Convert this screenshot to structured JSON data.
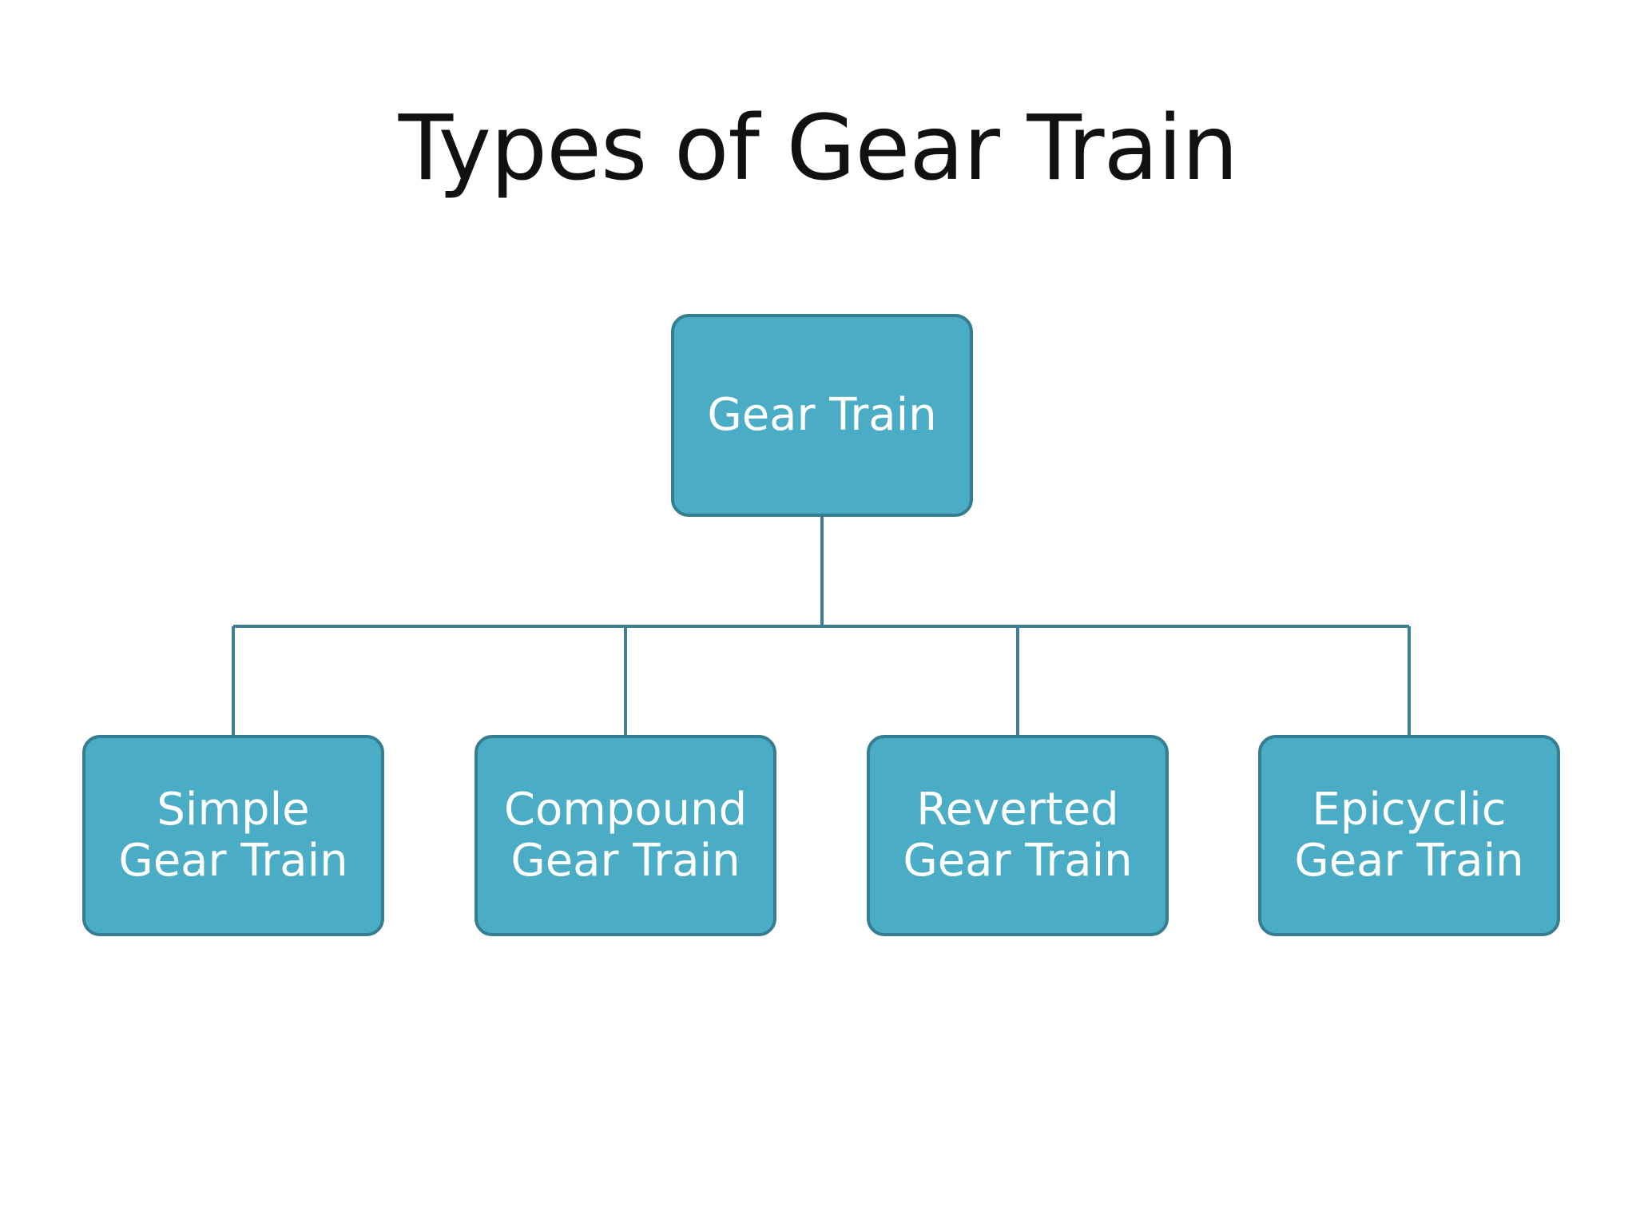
{
  "title": "Types of Gear Train",
  "root": {
    "label": "Gear Train"
  },
  "children": [
    {
      "line1": "Simple",
      "line2": "Gear Train"
    },
    {
      "line1": "Compound",
      "line2": "Gear Train"
    },
    {
      "line1": "Reverted",
      "line2": "Gear Train"
    },
    {
      "line1": "Epicyclic",
      "line2": "Gear Train"
    }
  ],
  "colors": {
    "node_fill": "#4bacc6",
    "node_border": "#357d91",
    "connector": "#3f7f93",
    "text": "#ffffff"
  }
}
